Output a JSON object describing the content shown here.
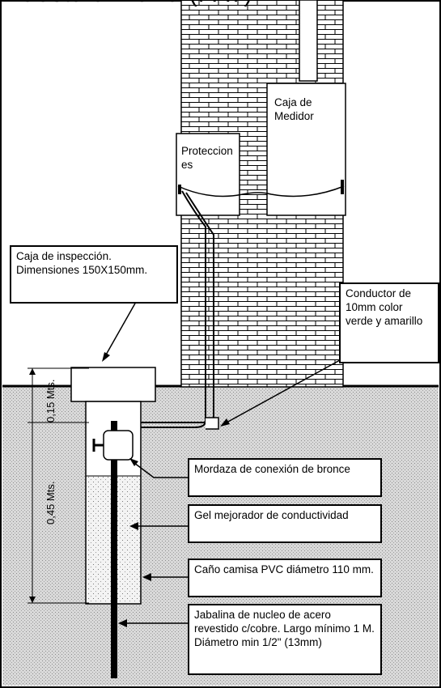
{
  "title": "Puesta a Tierra (PAT)",
  "labels": {
    "caja_medidor": "Caja de Medidor",
    "protecciones": "Protecciones",
    "caja_inspeccion": "Caja de inspección. Dimensiones 150X150mm.",
    "conductor": "Conductor de 10mm color verde y amarillo",
    "mordaza": "Mordaza de conexión de bronce",
    "gel": "Gel mejorador de conductividad",
    "cano": "Caño camisa PVC diámetro 110 mm.",
    "jabalina": "Jabalina de nucleo de acero revestido c/cobre. Largo mínimo 1 M. Diámetro min 1/2\" (13mm)"
  },
  "dimensions": {
    "top": "0,15 Mts.",
    "bottom": "0,45 Mts."
  },
  "colors": {
    "ground": "#d9d9d9",
    "gel": "#f3f3f3",
    "line": "#000000",
    "fill": "#ffffff"
  }
}
